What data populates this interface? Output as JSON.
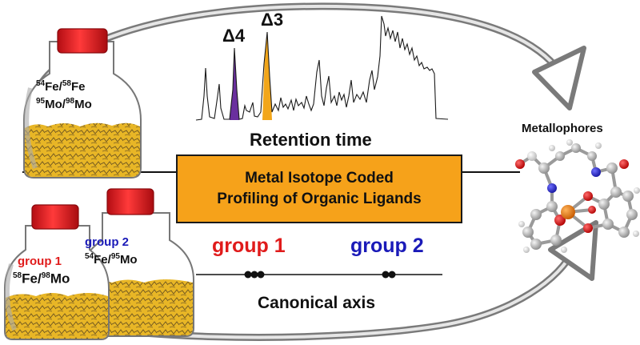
{
  "peak_labels": {
    "d4": "Δ4",
    "d3": "Δ3"
  },
  "retention_label": "Retention time",
  "box": {
    "line1": "Metal Isotope Coded",
    "line2": "Profiling of Organic Ligands"
  },
  "metallophores_label": "Metallophores",
  "axis": {
    "group1": "group 1",
    "group2": "group 2",
    "label": "Canonical axis"
  },
  "bottle_top": {
    "iso1_a": "54",
    "iso1_b": "Fe/",
    "iso1_c": "58",
    "iso1_d": "Fe",
    "iso2_a": "95",
    "iso2_b": "Mo/",
    "iso2_c": "98",
    "iso2_d": "Mo"
  },
  "bottle_g1": {
    "group": "group 1",
    "a": "58",
    "b": "Fe/",
    "c": "98",
    "d": "Mo"
  },
  "bottle_g2": {
    "group": "group 2",
    "a": "54",
    "b": "Fe/",
    "c": "95",
    "d": "Mo"
  },
  "colors": {
    "group1": "#e01b1b",
    "group2": "#1a1ab8",
    "box": "#f6a21a",
    "peak_d4": "#6a2f9e",
    "peak_d3": "#f2a61a",
    "cap": "#e3141b",
    "media": "#e8b626"
  }
}
